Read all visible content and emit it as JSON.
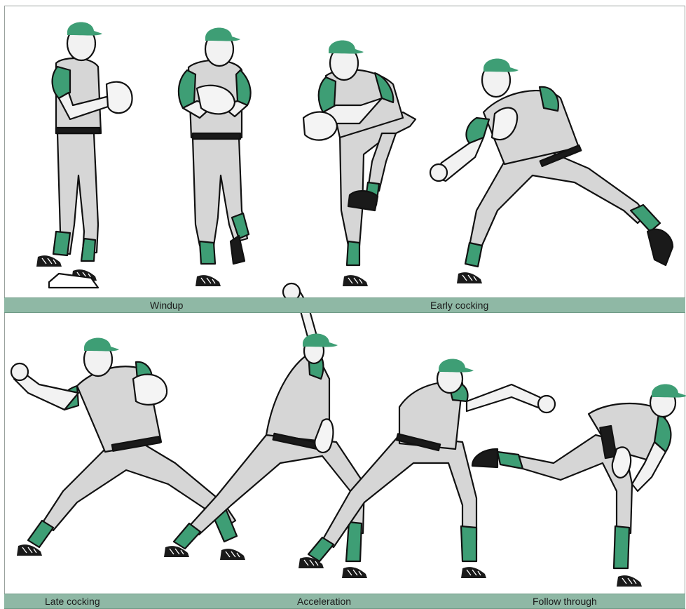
{
  "panels": {
    "top": {
      "labels": [
        "Windup",
        "Early cocking"
      ]
    },
    "bottom": {
      "labels": [
        "Late cocking",
        "Acceleration",
        "Follow through"
      ]
    }
  },
  "colors": {
    "band": "#8fb8a5",
    "accent_green": "#3e9e75",
    "uniform_gray": "#d6d6d6"
  },
  "figures": [
    {
      "phase": "Windup",
      "pose": "standing-set"
    },
    {
      "phase": "Windup",
      "pose": "turning"
    },
    {
      "phase": "Windup",
      "pose": "leg-lift"
    },
    {
      "phase": "Early cocking",
      "pose": "stride"
    },
    {
      "phase": "Late cocking",
      "pose": "arm-back"
    },
    {
      "phase": "Acceleration",
      "pose": "arm-up"
    },
    {
      "phase": "Acceleration",
      "pose": "arm-forward"
    },
    {
      "phase": "Follow through",
      "pose": "finish"
    }
  ]
}
